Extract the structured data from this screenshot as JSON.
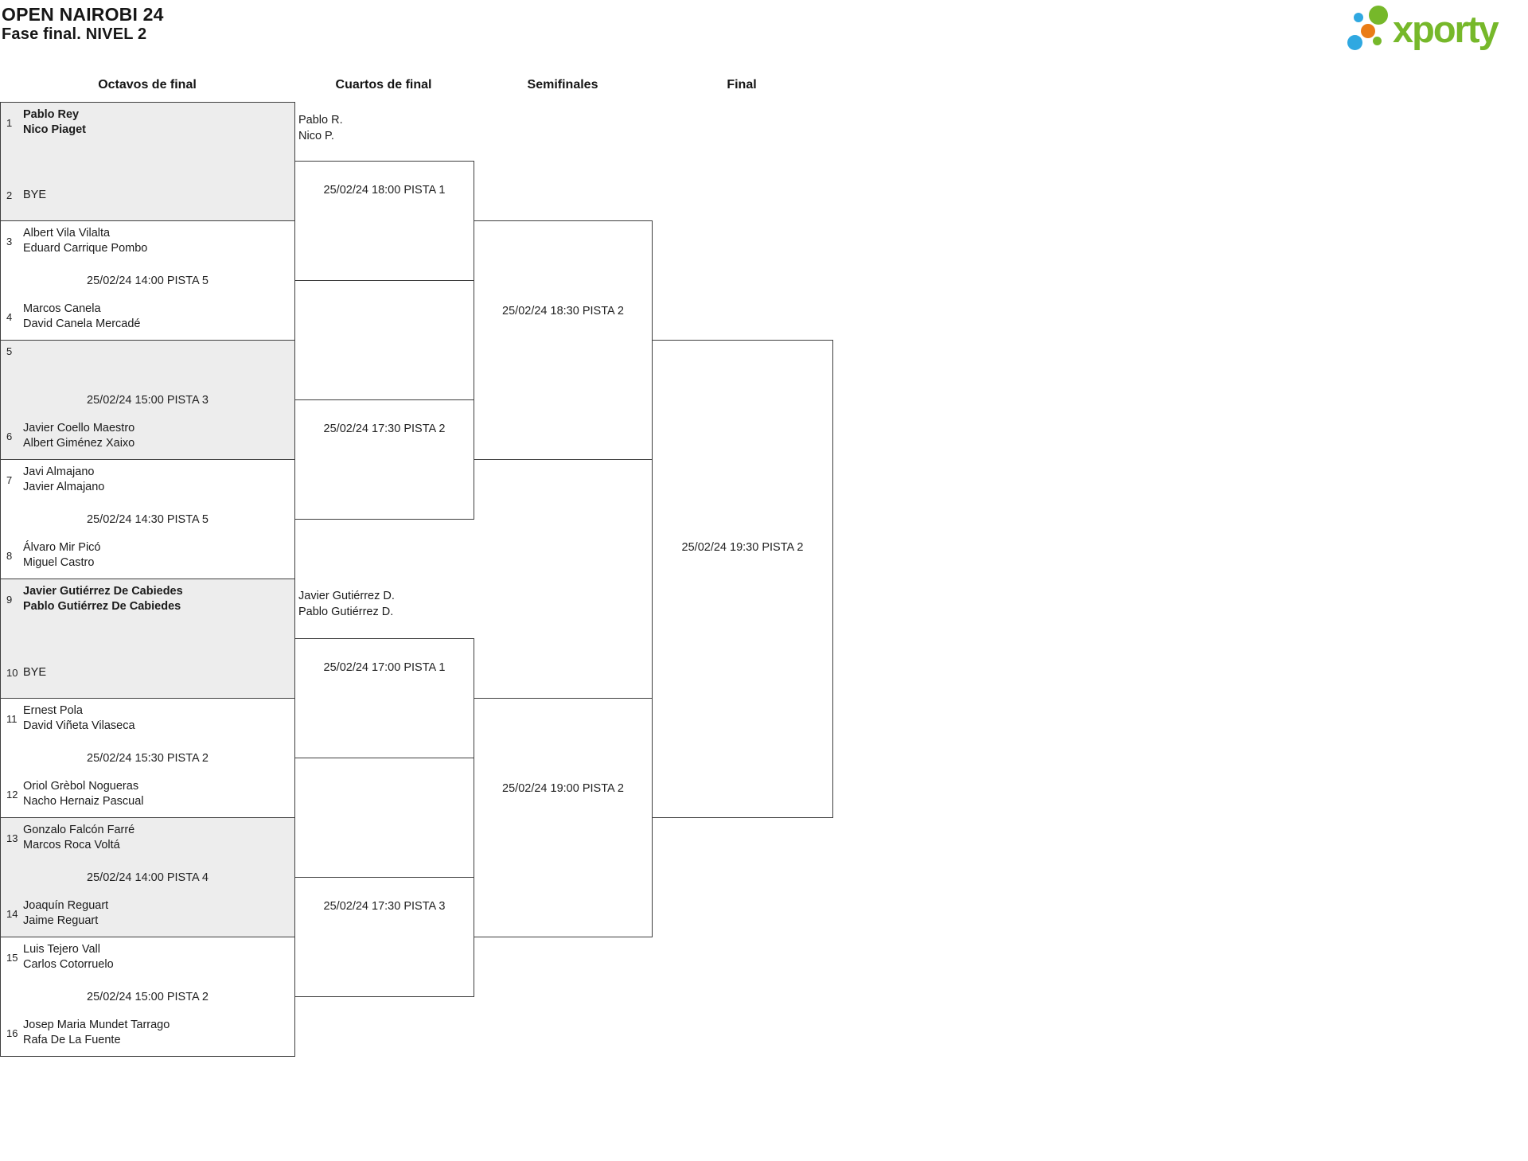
{
  "header": {
    "title": "OPEN NAIROBI 24",
    "subtitle": "Fase final. NIVEL 2"
  },
  "logo": {
    "text": "xporty",
    "green": "#76b82a",
    "blue": "#2fa8e1",
    "orange": "#ea7c16"
  },
  "rounds": {
    "r16": "Octavos de final",
    "qf": "Cuartos de final",
    "sf": "Semifinales",
    "f": "Final"
  },
  "r16": [
    {
      "seed1": "1",
      "p1a": "Pablo Rey",
      "p1b": "Nico Piaget",
      "seed2": "2",
      "p2a": "BYE",
      "p2b": "",
      "date": ""
    },
    {
      "seed1": "3",
      "p1a": "Albert Vila Vilalta",
      "p1b": "Eduard Carrique Pombo",
      "seed2": "4",
      "p2a": "Marcos Canela",
      "p2b": "David Canela Mercadé",
      "date": "25/02/24 14:00 PISTA 5"
    },
    {
      "seed1": "5",
      "p1a": "",
      "p1b": "",
      "seed2": "6",
      "p2a": "Javier Coello Maestro",
      "p2b": "Albert Giménez Xaixo",
      "date": "25/02/24 15:00 PISTA 3"
    },
    {
      "seed1": "7",
      "p1a": "Javi Almajano",
      "p1b": "Javier Almajano",
      "seed2": "8",
      "p2a": "Álvaro Mir Picó",
      "p2b": "Miguel Castro",
      "date": "25/02/24 14:30 PISTA 5"
    },
    {
      "seed1": "9",
      "p1a": "Javier Gutiérrez De Cabiedes",
      "p1b": "Pablo Gutiérrez De Cabiedes",
      "seed2": "10",
      "p2a": "BYE",
      "p2b": "",
      "date": ""
    },
    {
      "seed1": "11",
      "p1a": "Ernest Pola",
      "p1b": "David Viñeta Vilaseca",
      "seed2": "12",
      "p2a": "Oriol Grèbol Nogueras",
      "p2b": "Nacho Hernaiz Pascual",
      "date": "25/02/24 15:30 PISTA 2"
    },
    {
      "seed1": "13",
      "p1a": "Gonzalo Falcón Farré",
      "p1b": "Marcos Roca Voltá",
      "seed2": "14",
      "p2a": "Joaquín Reguart",
      "p2b": "Jaime Reguart",
      "date": "25/02/24 14:00 PISTA 4"
    },
    {
      "seed1": "15",
      "p1a": "Luis Tejero Vall",
      "p1b": "Carlos Cotorruelo",
      "seed2": "16",
      "p2a": "Josep Maria Mundet Tarrago",
      "p2b": "Rafa De La Fuente",
      "date": "25/02/24 15:00 PISTA 2"
    }
  ],
  "qf": [
    {
      "winner_a": "Pablo R.",
      "winner_b": "Nico P.",
      "date": "25/02/24 18:00 PISTA 1"
    },
    {
      "winner_a": "",
      "winner_b": "",
      "date": "25/02/24 17:30 PISTA 2"
    },
    {
      "winner_a": "Javier Gutiérrez D.",
      "winner_b": "Pablo Gutiérrez D.",
      "date": "25/02/24 17:00 PISTA 1"
    },
    {
      "winner_a": "",
      "winner_b": "",
      "date": "25/02/24 17:30 PISTA 3"
    }
  ],
  "sf": [
    {
      "date": "25/02/24 18:30 PISTA 2"
    },
    {
      "date": "25/02/24 19:00 PISTA 2"
    }
  ],
  "final": {
    "date": "25/02/24 19:30 PISTA 2"
  }
}
